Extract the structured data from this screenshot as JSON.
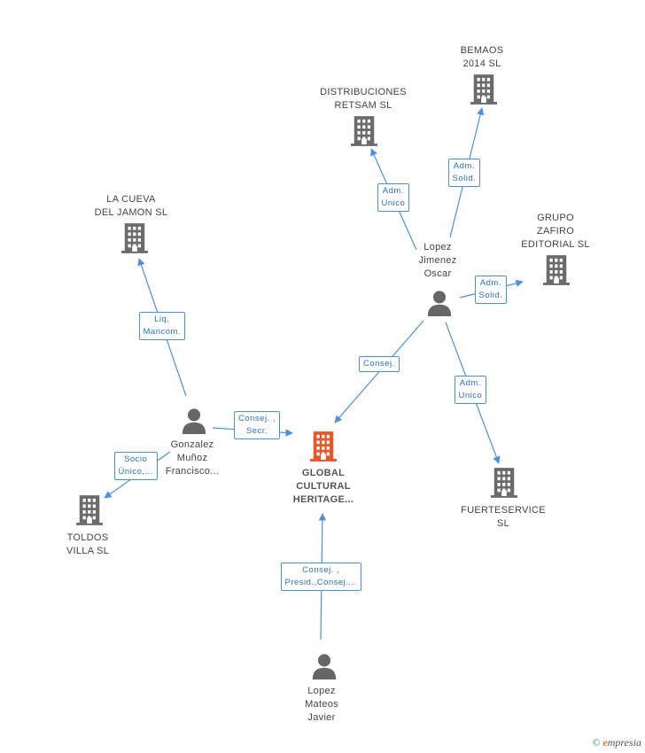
{
  "colors": {
    "edge": "#4a90e2",
    "building": "#6b6b6b",
    "main_building": "#e8572c",
    "person": "#666666"
  },
  "nodes": [
    {
      "id": "global",
      "type": "building-main",
      "label": "GLOBAL\nCULTURAL\nHERITAGE..."
    },
    {
      "id": "bemaos",
      "type": "building",
      "label": "BEMAOS\n2014  SL"
    },
    {
      "id": "retsam",
      "type": "building",
      "label": "DISTRIBUCIONES\nRETSAM SL"
    },
    {
      "id": "cueva",
      "type": "building",
      "label": "LA CUEVA\nDEL JAMON SL"
    },
    {
      "id": "zafiro",
      "type": "building",
      "label": "GRUPO\nZAFIRO\nEDITORIAL  SL"
    },
    {
      "id": "fuerte",
      "type": "building",
      "label": "FUERTESERVICE\nSL"
    },
    {
      "id": "toldos",
      "type": "building",
      "label": "TOLDOS\nVILLA SL"
    },
    {
      "id": "oscar",
      "type": "person",
      "label": "Lopez\nJimenez\nOscar"
    },
    {
      "id": "gonzalez",
      "type": "person",
      "label": "Gonzalez\nMuñoz\nFrancisco..."
    },
    {
      "id": "javier",
      "type": "person",
      "label": "Lopez\nMateos\nJavier"
    }
  ],
  "relations": [
    {
      "id": "r1",
      "from": "oscar",
      "to": "bemaos",
      "label": "Adm.\nSolid."
    },
    {
      "id": "r2",
      "from": "oscar",
      "to": "retsam",
      "label": "Adm.\nUnico"
    },
    {
      "id": "r3",
      "from": "oscar",
      "to": "zafiro",
      "label": "Adm.\nSolid."
    },
    {
      "id": "r4",
      "from": "oscar",
      "to": "global",
      "label": "Consej."
    },
    {
      "id": "r5",
      "from": "oscar",
      "to": "fuerte",
      "label": "Adm.\nUnico"
    },
    {
      "id": "r6",
      "from": "gonzalez",
      "to": "cueva",
      "label": "Liq.\nMancom."
    },
    {
      "id": "r7",
      "from": "gonzalez",
      "to": "global",
      "label": "Consej. ,\nSecr."
    },
    {
      "id": "r8",
      "from": "gonzalez",
      "to": "toldos",
      "label": "Socio\nÚnico,..."
    },
    {
      "id": "r9",
      "from": "javier",
      "to": "global",
      "label": "Consej. ,\nPresid.,Consej...."
    }
  ],
  "footer": {
    "symbol": "©",
    "brand_initial": "e",
    "brand_rest": "mpresia"
  }
}
